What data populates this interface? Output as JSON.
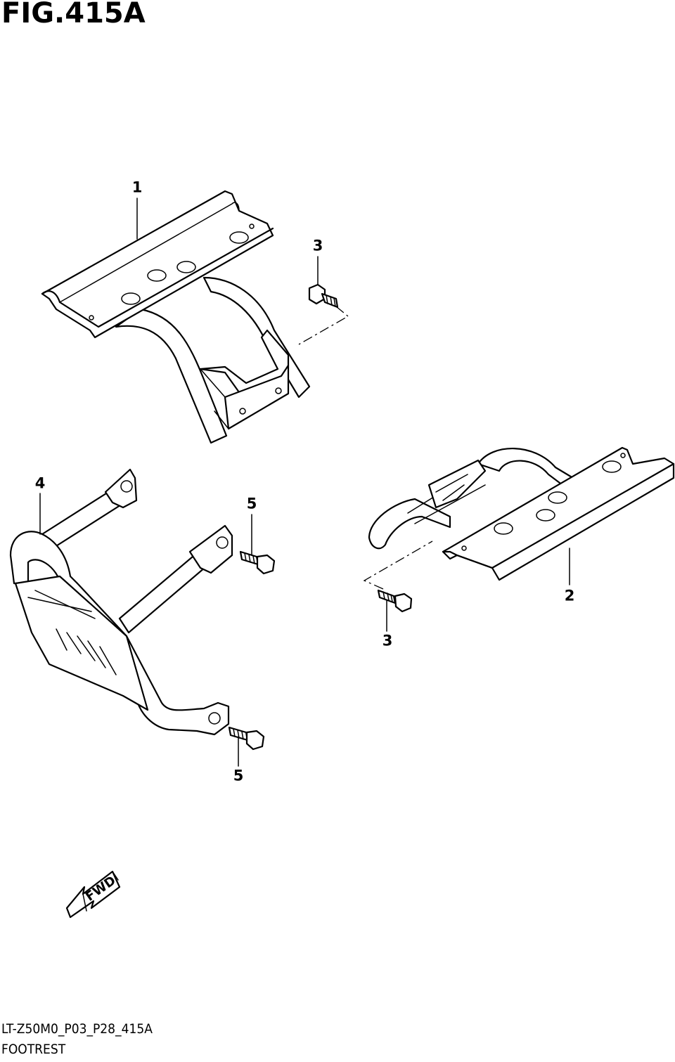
{
  "figure": {
    "title": "FIG.415A"
  },
  "parts": [
    {
      "callout": "1",
      "name": "footrest-bracket-left"
    },
    {
      "callout": "2",
      "name": "footrest-bracket-right"
    },
    {
      "callout": "3",
      "name": "bolt"
    },
    {
      "callout": "3",
      "name": "bolt"
    },
    {
      "callout": "4",
      "name": "footrest-guard"
    },
    {
      "callout": "5",
      "name": "bolt"
    },
    {
      "callout": "5",
      "name": "bolt"
    }
  ],
  "direction_indicator": {
    "label": "FWD",
    "icon": "fwd-arrow-icon"
  },
  "footer": {
    "code": "LT-Z50M0_P03_P28_415A",
    "caption": "FOOTREST"
  }
}
